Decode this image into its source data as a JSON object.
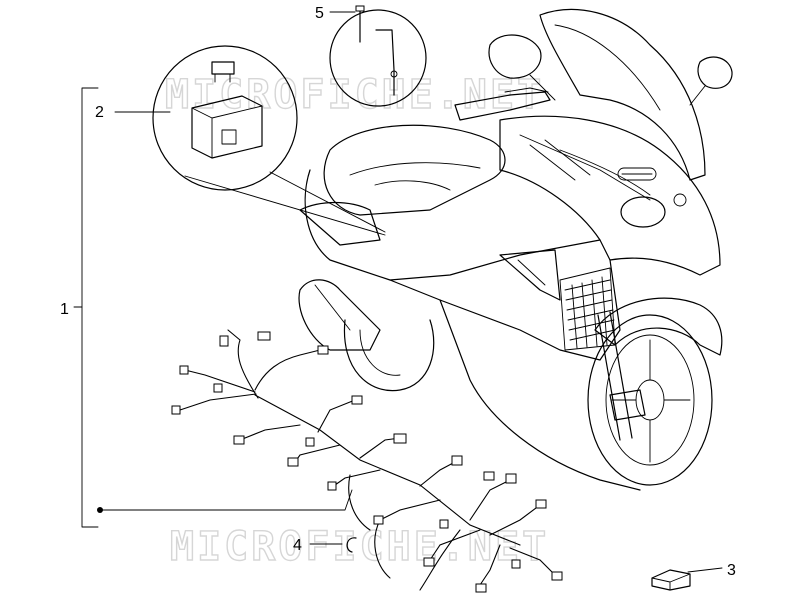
{
  "watermark": "MICROFICHE.NET",
  "callouts": {
    "c1": "1",
    "c2": "2",
    "c3": "3",
    "c4": "4",
    "c5": "5"
  }
}
